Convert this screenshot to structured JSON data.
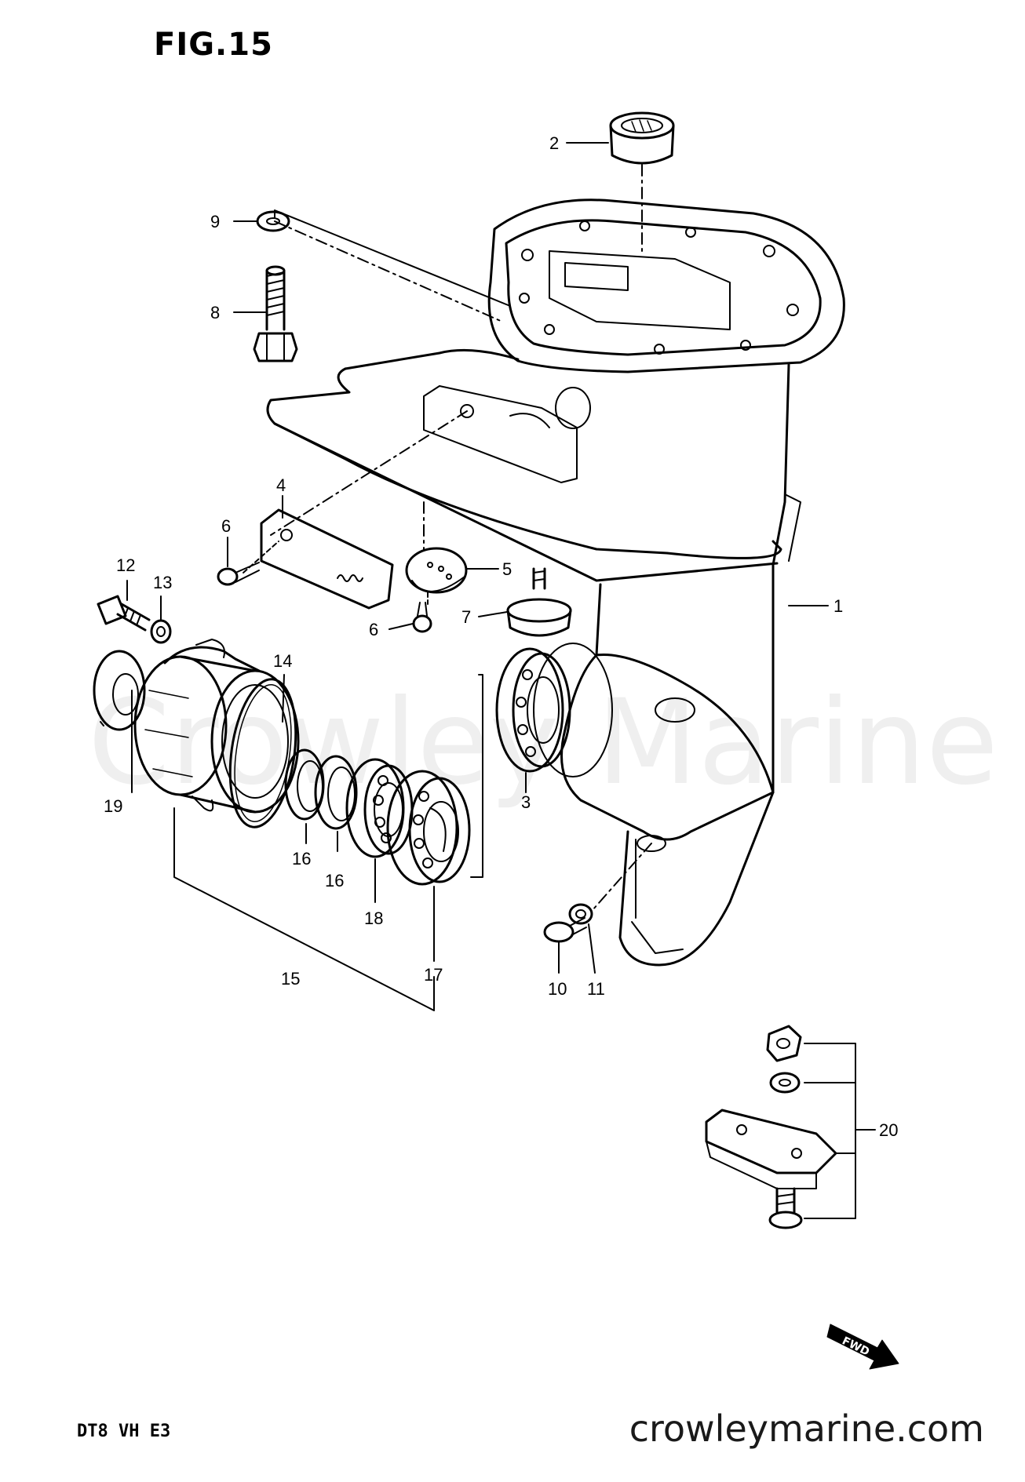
{
  "figure": {
    "title": "FIG.15",
    "model_code": "DT8 VH E3",
    "site_url": "crowleymarine.com",
    "watermark": "Crowley Marine",
    "fwd_label": "FWD"
  },
  "callouts": [
    "1",
    "2",
    "3",
    "4",
    "5",
    "6",
    "6",
    "7",
    "8",
    "9",
    "10",
    "11",
    "12",
    "13",
    "14",
    "15",
    "16",
    "16",
    "17",
    "18",
    "19",
    "20"
  ],
  "colors": {
    "line": "#000000",
    "background": "#ffffff",
    "watermark": "#efefef"
  }
}
